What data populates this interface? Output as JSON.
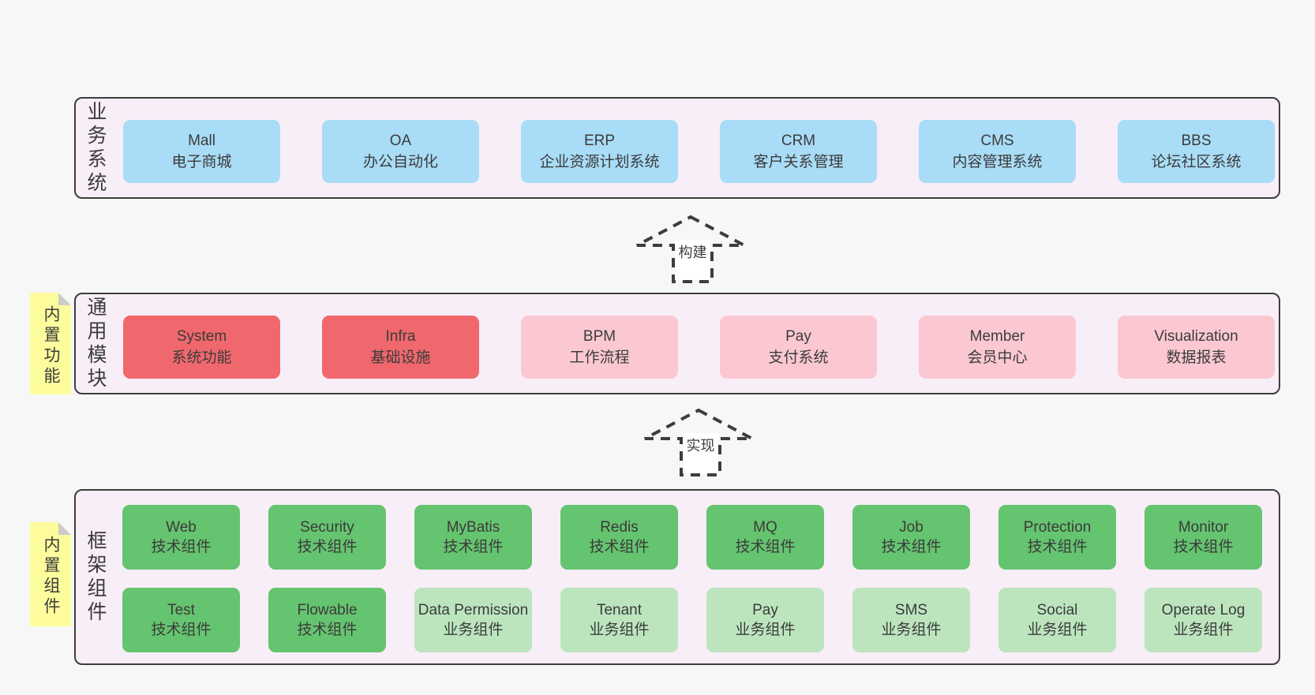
{
  "palette": {
    "page_bg": "#f7f7f7",
    "band_bg": "#f8eef7",
    "band_border": "#3d3d3d",
    "blue": "#a9dcf6",
    "red": "#f0686d",
    "pink": "#fbc8d2",
    "green": "#65c46f",
    "light_green": "#bce5be",
    "sticky_yellow": "#fcfc9d",
    "sticky_fold": "#cccccc",
    "arrow_label_bg": "#ffffff",
    "text": "#3b3b3b"
  },
  "bands": [
    {
      "label": "业务系统",
      "items": [
        {
          "title": "Mall",
          "subtitle": "电子商城"
        },
        {
          "title": "OA",
          "subtitle": "办公自动化"
        },
        {
          "title": "ERP",
          "subtitle": "企业资源计划系统"
        },
        {
          "title": "CRM",
          "subtitle": "客户关系管理"
        },
        {
          "title": "CMS",
          "subtitle": "内容管理系统"
        },
        {
          "title": "BBS",
          "subtitle": "论坛社区系统"
        }
      ]
    },
    {
      "label": "通用模块",
      "sticky": "内置功能",
      "items": [
        {
          "title": "System",
          "subtitle": "系统功能"
        },
        {
          "title": "Infra",
          "subtitle": "基础设施"
        },
        {
          "title": "BPM",
          "subtitle": "工作流程"
        },
        {
          "title": "Pay",
          "subtitle": "支付系统"
        },
        {
          "title": "Member",
          "subtitle": "会员中心"
        },
        {
          "title": "Visualization",
          "subtitle": "数据报表"
        }
      ]
    },
    {
      "label": "框架组件",
      "sticky": "内置组件",
      "rows": [
        [
          {
            "title": "Web",
            "subtitle": "技术组件"
          },
          {
            "title": "Security",
            "subtitle": "技术组件"
          },
          {
            "title": "MyBatis",
            "subtitle": "技术组件"
          },
          {
            "title": "Redis",
            "subtitle": "技术组件"
          },
          {
            "title": "MQ",
            "subtitle": "技术组件"
          },
          {
            "title": "Job",
            "subtitle": "技术组件"
          },
          {
            "title": "Protection",
            "subtitle": "技术组件"
          },
          {
            "title": "Monitor",
            "subtitle": "技术组件"
          }
        ],
        [
          {
            "title": "Test",
            "subtitle": "技术组件"
          },
          {
            "title": "Flowable",
            "subtitle": "技术组件"
          },
          {
            "title": "Data Permission",
            "subtitle": "业务组件"
          },
          {
            "title": "Tenant",
            "subtitle": "业务组件"
          },
          {
            "title": "Pay",
            "subtitle": "业务组件"
          },
          {
            "title": "SMS",
            "subtitle": "业务组件"
          },
          {
            "title": "Social",
            "subtitle": "业务组件"
          },
          {
            "title": "Operate Log",
            "subtitle": "业务组件"
          }
        ]
      ]
    }
  ],
  "arrows": [
    {
      "label": "构建"
    },
    {
      "label": "实现"
    }
  ]
}
